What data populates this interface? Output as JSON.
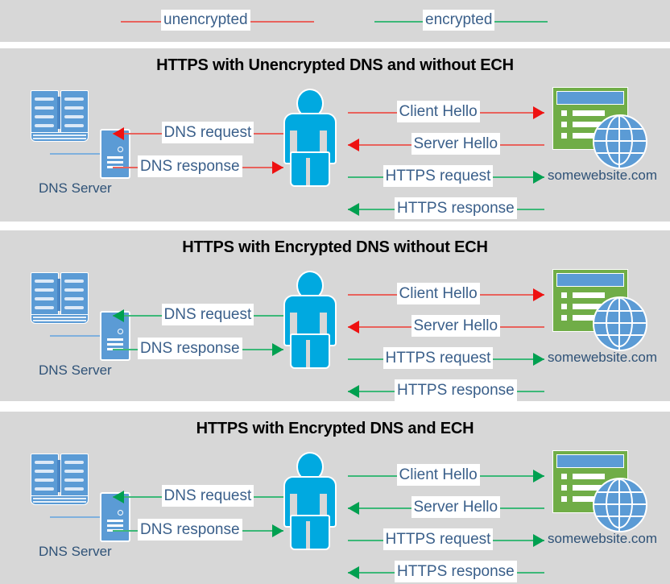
{
  "legend": {
    "items": [
      {
        "label": "unencrypted",
        "color": "#e8625c",
        "name": "legend-unencrypted"
      },
      {
        "label": "encrypted",
        "color": "#3cb878",
        "name": "legend-encrypted"
      }
    ]
  },
  "colors": {
    "panel_background": "#d7d7d7",
    "page_background": "#ffffff",
    "unencrypted_line": "#e8625c",
    "unencrypted_head": "#ee1111",
    "encrypted_line": "#3cb878",
    "encrypted_head": "#00a050",
    "label_text": "#3a5f8a",
    "title_text": "#000000",
    "person": "#00a9e0",
    "server_blue": "#5b9bd5",
    "browser_green": "#70ad47"
  },
  "nodes": {
    "dns_server_label": "DNS Server",
    "website_label": "somewebsite.com"
  },
  "panels": [
    {
      "title": "HTTPS with Unencrypted DNS and without ECH",
      "dns_label": "DNS Server",
      "site_label": "somewebsite.com",
      "arrows": [
        {
          "label": "Client Hello",
          "direction": "right",
          "encrypted": false,
          "side": "right"
        },
        {
          "label": "Server Hello",
          "direction": "left",
          "encrypted": false,
          "side": "right"
        },
        {
          "label": "HTTPS request",
          "direction": "right",
          "encrypted": true,
          "side": "right"
        },
        {
          "label": "HTTPS response",
          "direction": "left",
          "encrypted": true,
          "side": "right"
        },
        {
          "label": "DNS request",
          "direction": "left",
          "encrypted": false,
          "side": "left"
        },
        {
          "label": "DNS response",
          "direction": "right",
          "encrypted": false,
          "side": "left"
        }
      ]
    },
    {
      "title": "HTTPS with Encrypted DNS without ECH",
      "dns_label": "DNS Server",
      "site_label": "somewebsite.com",
      "arrows": [
        {
          "label": "Client Hello",
          "direction": "right",
          "encrypted": false,
          "side": "right"
        },
        {
          "label": "Server Hello",
          "direction": "left",
          "encrypted": false,
          "side": "right"
        },
        {
          "label": "HTTPS request",
          "direction": "right",
          "encrypted": true,
          "side": "right"
        },
        {
          "label": "HTTPS response",
          "direction": "left",
          "encrypted": true,
          "side": "right"
        },
        {
          "label": "DNS request",
          "direction": "left",
          "encrypted": true,
          "side": "left"
        },
        {
          "label": "DNS response",
          "direction": "right",
          "encrypted": true,
          "side": "left"
        }
      ]
    },
    {
      "title": "HTTPS with Encrypted DNS and ECH",
      "dns_label": "DNS Server",
      "site_label": "somewebsite.com",
      "arrows": [
        {
          "label": "Client Hello",
          "direction": "right",
          "encrypted": true,
          "side": "right"
        },
        {
          "label": "Server Hello",
          "direction": "left",
          "encrypted": true,
          "side": "right"
        },
        {
          "label": "HTTPS request",
          "direction": "right",
          "encrypted": true,
          "side": "right"
        },
        {
          "label": "HTTPS response",
          "direction": "left",
          "encrypted": true,
          "side": "right"
        },
        {
          "label": "DNS request",
          "direction": "left",
          "encrypted": true,
          "side": "left"
        },
        {
          "label": "DNS response",
          "direction": "right",
          "encrypted": true,
          "side": "left"
        }
      ]
    }
  ]
}
